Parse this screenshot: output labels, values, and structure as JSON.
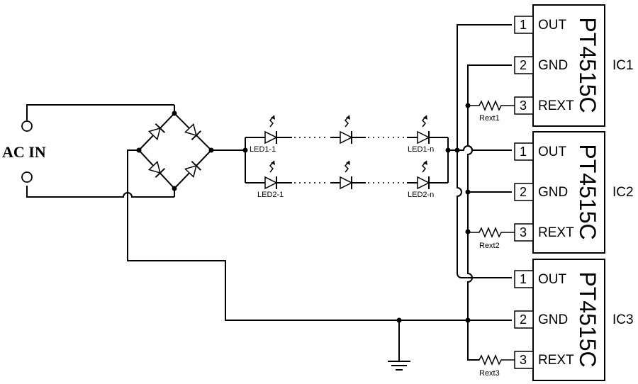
{
  "ac_input": {
    "label": "AC IN"
  },
  "led_strings": [
    {
      "first": "LED1-1",
      "last": "LED1-n"
    },
    {
      "first": "LED2-1",
      "last": "LED2-n"
    }
  ],
  "ics": [
    {
      "name": "IC1",
      "part": "PT4515C",
      "resistor": "Rext1",
      "pins": [
        {
          "num": "1",
          "label": "OUT"
        },
        {
          "num": "2",
          "label": "GND"
        },
        {
          "num": "3",
          "label": "REXT"
        }
      ]
    },
    {
      "name": "IC2",
      "part": "PT4515C",
      "resistor": "Rext2",
      "pins": [
        {
          "num": "1",
          "label": "OUT"
        },
        {
          "num": "2",
          "label": "GND"
        },
        {
          "num": "3",
          "label": "REXT"
        }
      ]
    },
    {
      "name": "IC3",
      "part": "PT4515C",
      "resistor": "Rext3",
      "pins": [
        {
          "num": "1",
          "label": "OUT"
        },
        {
          "num": "2",
          "label": "GND"
        },
        {
          "num": "3",
          "label": "REXT"
        }
      ]
    }
  ]
}
